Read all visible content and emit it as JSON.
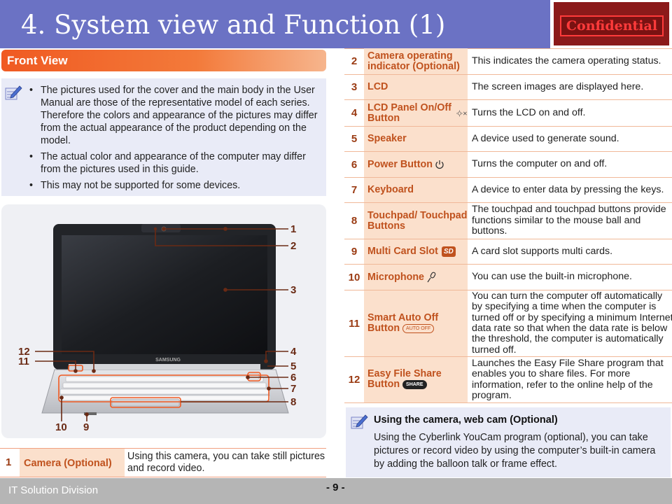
{
  "header": {
    "title": "4. System view and Function (1)",
    "confidential": "Confidential"
  },
  "front_view": {
    "heading": "Front View",
    "notes": [
      "The pictures used for the cover and the main body in the User Manual are those of the representative model of each series. Therefore the colors and appearance of the pictures may differ from the actual appearance of the product depending on the model.",
      "The actual color and appearance of the computer may differ from the pictures used in this guide.",
      "This may not be supported for some devices."
    ],
    "laptop_brand": "SAMSUNG",
    "callouts": [
      "1",
      "2",
      "3",
      "4",
      "5",
      "6",
      "7",
      "8",
      "9",
      "10",
      "11",
      "12"
    ],
    "colors": {
      "accent": "#f05a22",
      "title_bar": "#6b72c4",
      "confidential": "#ff3b3b"
    }
  },
  "camera_row": {
    "num": "1",
    "name": "Camera (Optional)",
    "desc": "Using this camera, you can take still pictures and record video."
  },
  "table": [
    {
      "num": "2",
      "name": "Camera operating indicator (Optional)",
      "desc": "This indicates the camera operating status."
    },
    {
      "num": "3",
      "name": "LCD",
      "desc": "The screen images are displayed here."
    },
    {
      "num": "4",
      "name": "LCD Panel On/Off Button",
      "desc": "Turns the LCD on and off."
    },
    {
      "num": "5",
      "name": "Speaker",
      "desc": "A device used to generate sound."
    },
    {
      "num": "6",
      "name": "Power Button",
      "desc": "Turns the computer on and off."
    },
    {
      "num": "7",
      "name": "Keyboard",
      "desc": "A device to enter data by pressing the keys."
    },
    {
      "num": "8",
      "name": "Touchpad/ Touchpad Buttons",
      "desc": "The touchpad and touchpad buttons provide functions similar to the mouse ball and buttons."
    },
    {
      "num": "9",
      "name": "Multi Card Slot",
      "desc": "A card slot supports multi cards."
    },
    {
      "num": "10",
      "name": "Microphone",
      "desc": "You can use the built-in microphone."
    },
    {
      "num": "11",
      "name": "Smart Auto Off Button",
      "desc": "You can turn the computer off automatically by specifying a time when the computer is turned off or by specifying a minimum Internet data rate so that when the data rate is below the threshold, the computer is automatically turned off."
    },
    {
      "num": "12",
      "name": "Easy File Share Button",
      "desc": "Launches the Easy File Share program that enables you to share files. For more information, refer to the online help of the program."
    }
  ],
  "badges": {
    "auto_off": "AUTO OFF",
    "share": "SHARE",
    "sd": "SD"
  },
  "tip": {
    "title": "Using the camera, web cam (Optional)",
    "text": "Using the Cyberlink YouCam program (optional), you can take pictures or record video by using the computer’s built-in camera by adding the balloon talk or frame effect."
  },
  "footer": {
    "division": "IT Solution Division",
    "page": "- 9 -"
  }
}
